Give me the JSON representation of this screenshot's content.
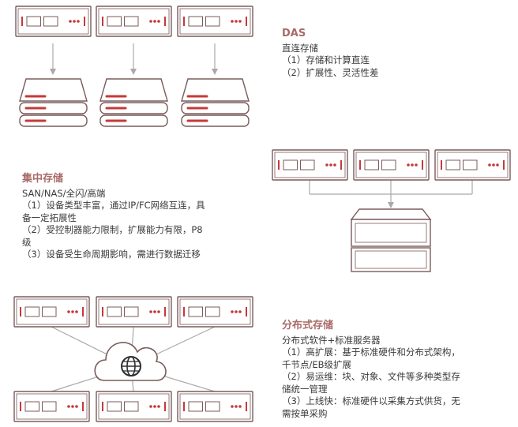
{
  "colors": {
    "stroke": "#7a5b5b",
    "red": "#c43a3a",
    "accent": "#a86b68",
    "line": "#a9a9a9",
    "text": "#3a3a3a"
  },
  "icons": {
    "globe": "globe-icon",
    "cloud": "cloud-icon"
  },
  "das": {
    "title": "DAS",
    "subtitle": "直连存储",
    "points": [
      "（1）存储和计算直连",
      "（2）扩展性、灵活性差"
    ]
  },
  "centralized": {
    "title": "集中存储",
    "subtitle": "SAN/NAS/全闪/高端",
    "points": [
      "（1）设备类型丰富，通过IP/FC网络互连，具",
      "备一定拓展性",
      "（2）受控制器能力限制，扩展能力有限，P8",
      "级",
      "（3）设备受生命周期影响，需进行数据迁移"
    ]
  },
  "distributed": {
    "title": "分布式存储",
    "subtitle": "分布式软件+标准服务器",
    "points": [
      "（1）高扩展：基于标准硬件和分布式架构，",
      "千节点/EB级扩展",
      "（2）易运维：块、对象、文件等多种类型存",
      "储统一管理",
      "（3）上线快：标准硬件以采集方式供货，无",
      "需按单采购"
    ]
  }
}
